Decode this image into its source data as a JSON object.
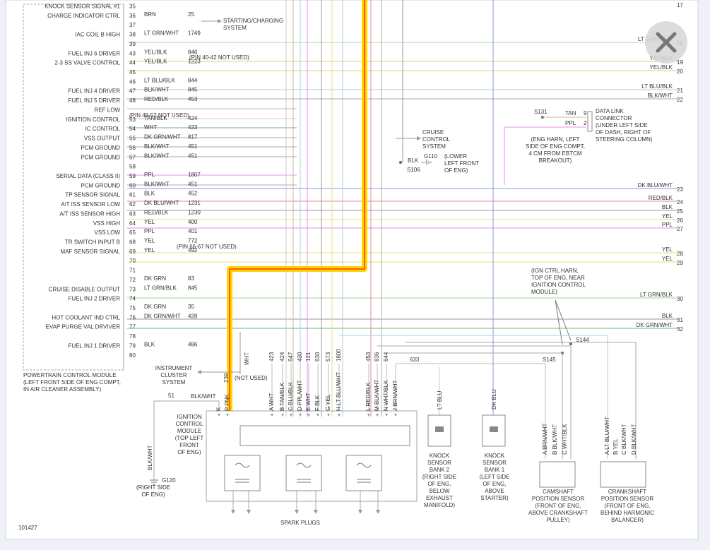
{
  "diagram": {
    "pcm": {
      "name_lines": [
        "POWERTRAIN CONTROL MODULE",
        "(LEFT FRONT SIDE OF ENG COMPT,",
        "IN AIR CLEANER ASSEMBLY)"
      ],
      "pins": [
        {
          "func": "KNOCK SENSOR SIGNAL #1",
          "pin": "35",
          "wire": "",
          "circ": ""
        },
        {
          "func": "CHARGE INDICATOR CTRL",
          "pin": "36",
          "wire": "BRN",
          "circ": "25"
        },
        {
          "func": "",
          "pin": "37",
          "wire": "",
          "circ": ""
        },
        {
          "func": "IAC COIL B HIGH",
          "pin": "38",
          "wire": "LT GRN/WHT",
          "circ": "1749"
        },
        {
          "func": "",
          "pin": "39",
          "wire": "",
          "circ": ""
        },
        {
          "func": "FUEL INJ 6 DRIVER",
          "pin": "43",
          "wire": "YEL/BLK",
          "circ": "846"
        },
        {
          "func": "2-3 SS VALVE CONTROL",
          "pin": "44",
          "wire": "YEL/BLK",
          "circ": "1223"
        },
        {
          "func": "",
          "pin": "45",
          "wire": "",
          "circ": ""
        },
        {
          "func": "",
          "pin": "46",
          "wire": "LT BLU/BLK",
          "circ": "844"
        },
        {
          "func": "FUEL INJ 4 DRIVER",
          "pin": "47",
          "wire": "BLK/WHT",
          "circ": "845"
        },
        {
          "func": "FUEL INJ 5 DRIVER",
          "pin": "48",
          "wire": "RED/BLK",
          "circ": "453"
        },
        {
          "func": "REF LOW",
          "pin": "",
          "wire": "",
          "circ": ""
        },
        {
          "func": "IGNITION CONTROL",
          "pin": "53",
          "wire": "TAN/BLK",
          "circ": "424"
        },
        {
          "func": "IC CONTROL",
          "pin": "54",
          "wire": "WHT",
          "circ": "423"
        },
        {
          "func": "VSS OUTPUT",
          "pin": "55",
          "wire": "DK GRN/WHT",
          "circ": "817"
        },
        {
          "func": "PCM GROUND",
          "pin": "56",
          "wire": "BLK/WHT",
          "circ": "451"
        },
        {
          "func": "PCM GROUND",
          "pin": "57",
          "wire": "BLK/WHT",
          "circ": "451"
        },
        {
          "func": "",
          "pin": "58",
          "wire": "",
          "circ": ""
        },
        {
          "func": "SERIAL DATA (CLASS II)",
          "pin": "59",
          "wire": "PPL",
          "circ": "1807"
        },
        {
          "func": "PCM GROUND",
          "pin": "60",
          "wire": "BLK/WHT",
          "circ": "451"
        },
        {
          "func": "TP SENSOR SIGNAL",
          "pin": "61",
          "wire": "BLK",
          "circ": "452"
        },
        {
          "func": "A/T ISS SENSOR LOW",
          "pin": "62",
          "wire": "DK BLU/WHT",
          "circ": "1231"
        },
        {
          "func": "A/T ISS SENSOR HIGH",
          "pin": "63",
          "wire": "RED/BLK",
          "circ": "1230"
        },
        {
          "func": "VSS HIGH",
          "pin": "64",
          "wire": "YEL",
          "circ": "400"
        },
        {
          "func": "VSS LOW",
          "pin": "65",
          "wire": "PPL",
          "circ": "401"
        },
        {
          "func": "TR SWITCH INPUT B",
          "pin": "68",
          "wire": "YEL",
          "circ": "772"
        },
        {
          "func": "MAF SENSOR SIGNAL",
          "pin": "69",
          "wire": "YEL",
          "circ": "492"
        },
        {
          "func": "",
          "pin": "70",
          "wire": "",
          "circ": ""
        },
        {
          "func": "",
          "pin": "71",
          "wire": "",
          "circ": ""
        },
        {
          "func": "",
          "pin": "72",
          "wire": "DK GRN",
          "circ": "83"
        },
        {
          "func": "CRUISE DISABLE OUTPUT",
          "pin": "73",
          "wire": "LT GRN/BLK",
          "circ": "845"
        },
        {
          "func": "FUEL INJ 2 DRIVER",
          "pin": "74",
          "wire": "",
          "circ": ""
        },
        {
          "func": "",
          "pin": "75",
          "wire": "DK GRN",
          "circ": "35"
        },
        {
          "func": "HOT COOLANT IND CTRL",
          "pin": "76",
          "wire": "DK GRN/WHT",
          "circ": "428"
        },
        {
          "func": "EVAP PURGE VAL DRVIVER",
          "pin": "77",
          "wire": "",
          "circ": ""
        },
        {
          "func": "",
          "pin": "78",
          "wire": "",
          "circ": ""
        },
        {
          "func": "FUEL INJ 1 DRIVER",
          "pin": "79",
          "wire": "BLK",
          "circ": "486"
        },
        {
          "func": "",
          "pin": "80",
          "wire": "",
          "circ": ""
        }
      ],
      "notes": [
        "(PIN 40-42 NOT USED)",
        "(PIN 49-52 NOT USED)",
        "(PIN 66-67 NOT USED)"
      ]
    },
    "right_wires": [
      {
        "wire": "LT GRN/WHT",
        "num": "18"
      },
      {
        "wire": "YEL/BLK",
        "num": "19"
      },
      {
        "wire": "YEL/BLK",
        "num": "20"
      },
      {
        "wire": "LT BLU/BLK",
        "num": "21"
      },
      {
        "wire": "BLK/WHT",
        "num": "22"
      },
      {
        "wire": "DK BLU/WHT",
        "num": "23"
      },
      {
        "wire": "RED/BLK",
        "num": "24"
      },
      {
        "wire": "BLK",
        "num": "25"
      },
      {
        "wire": "YEL",
        "num": "26"
      },
      {
        "wire": "PPL",
        "num": "27"
      },
      {
        "wire": "YEL",
        "num": "28"
      },
      {
        "wire": "YEL",
        "num": "29"
      },
      {
        "wire": "LT GRN/BLK",
        "num": "30"
      },
      {
        "wire": "BLK",
        "num": "31"
      },
      {
        "wire": "DK GRN/WHT",
        "num": "32"
      }
    ],
    "top_right_num": "17",
    "starting_charging": [
      "STARTING/CHARGING",
      "SYSTEM"
    ],
    "cruise": [
      "CRUISE",
      "CONTROL",
      "SYSTEM"
    ],
    "s106": {
      "splice": "S106",
      "wire": "BLK",
      "ground": "G110",
      "loc": [
        "(LOWER",
        "LEFT FRONT",
        "OF ENG)"
      ]
    },
    "s131": {
      "splice": "S131",
      "desc": [
        "(ENG HARN, LEFT",
        "SIDE OF ENG COMPT,",
        "4 CM FROM EBTCM",
        "BREAKOUT)"
      ]
    },
    "dlc": {
      "desc": [
        "DATA LINK",
        "CONNECTOR",
        "(UNDER LEFT SIDE",
        "OF DASH, RIGHT OF",
        "STEERING COLUMN)"
      ],
      "tan": "TAN",
      "tan_pin": "9",
      "ppl": "PPL",
      "ppl_pin": "2"
    },
    "ign_harn": [
      "(IGN CTRL HARN,",
      "TOP OF ENG, NEAR",
      "IGNITION CONTROL",
      "MODULE)"
    ],
    "s144": "S144",
    "s145": "S145",
    "s145_circ": "633",
    "cluster": [
      "INSTRUMENT",
      "CLUSTER",
      "SYSTEM"
    ],
    "not_used": "(NOT USED)",
    "wht_label": "WHT",
    "pnk_circ": "239",
    "icm_top": [
      {
        "pin": "51",
        "wire": ""
      },
      {
        "pin": "",
        "wire": "BLK/WHT"
      }
    ],
    "icm_name": [
      "IGNITION",
      "CONTROL",
      "MODULE",
      "(TOP LEFT",
      "FRONT",
      "OF ENG)"
    ],
    "icm_pins": [
      {
        "circ": "",
        "label": "K"
      },
      {
        "circ": "",
        "label": "P PNK"
      },
      {
        "circ": "423",
        "label": "A WHT"
      },
      {
        "circ": "424",
        "label": "B TAN/BLK"
      },
      {
        "circ": "647",
        "label": "C BLU/BLK"
      },
      {
        "circ": "430",
        "label": "D PPL/WHT"
      },
      {
        "circ": "121",
        "label": "E WHT"
      },
      {
        "circ": "630",
        "label": "F BLK"
      },
      {
        "circ": "573",
        "label": "G YEL"
      },
      {
        "circ": "1800",
        "label": "H LT BLU/WHT"
      },
      {
        "circ": "453",
        "label": "L RED/BLK"
      },
      {
        "circ": "836",
        "label": "M BLK/WHT"
      },
      {
        "circ": "644",
        "label": "N WHT/BLK"
      },
      {
        "circ": "",
        "label": "J BRN/WHT"
      }
    ],
    "g120": {
      "wire": "BLK/WHT",
      "ground": "G120",
      "loc": [
        "(RIGHT SIDE",
        "OF ENG)"
      ]
    },
    "spark_plugs": "SPARK PLUGS",
    "knock2": {
      "wire": "LT BLU",
      "name": [
        "KNOCK",
        "SENSOR",
        "BANK 2",
        "(RIGHT SIDE",
        "OF ENG,",
        "BELOW",
        "EXHAUST",
        "MANIFOLD)"
      ]
    },
    "knock1": {
      "wire": "DK BLU",
      "name": [
        "KNOCK",
        "SENSOR",
        "BANK 1",
        "(LEFT SIDE",
        "OF ENG,",
        "ABOVE",
        "STARTER)"
      ]
    },
    "cam": {
      "pins": [
        "A BRN/WHT",
        "B BLK/WHT",
        "C WHT/BLK"
      ],
      "name": [
        "CAMSHAFT",
        "POSITION SENSOR",
        "(FRONT OF ENG,",
        "ABOVE CRANKSHAFT",
        "PULLEY)"
      ]
    },
    "crank": {
      "pins": [
        "A LT BLU/WHT",
        "B YEL",
        "C BLK/WHT",
        "D BLK/WHT"
      ],
      "name": [
        "CRANKSHAFT",
        "POSITION SENSOR",
        "(FRONT OF ENG,",
        "BEHIND HARMONIC",
        "BALANCER)"
      ]
    },
    "fig_id": "101427"
  },
  "colors": {
    "highlight": "#ffd400",
    "highlight_edge": "#ff3b00",
    "bg": "#ffffff",
    "frame": "#eef1f6"
  },
  "close": {
    "icon": "close-icon"
  }
}
